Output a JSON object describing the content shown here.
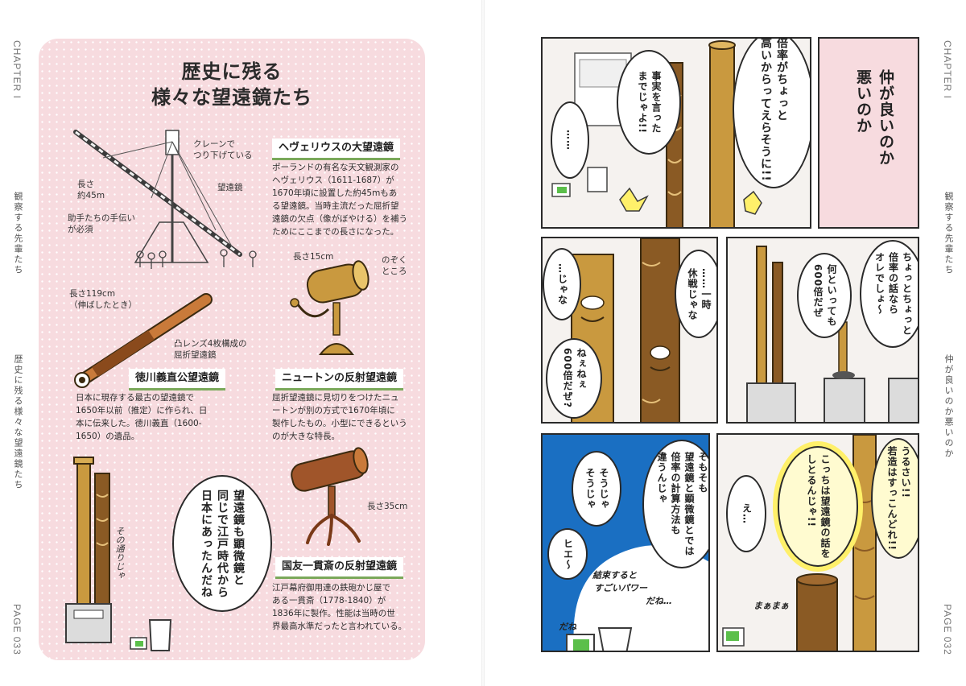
{
  "left_page": {
    "chapter": "CHAPTER I",
    "running_head_1": "観察する先輩たち",
    "running_head_2": "歴史に残る様々な望遠鏡たち",
    "page_number": "PAGE 033",
    "title_line1": "歴史に残る",
    "title_line2": "様々な望遠鏡たち",
    "hevelius": {
      "cap_crane_1": "クレーンで",
      "cap_crane_2": "つり下げている",
      "cap_length_1": "長さ",
      "cap_length_2": "約45m",
      "cap_scope": "望遠鏡",
      "cap_help_1": "助手たちの手伝い",
      "cap_help_2": "が必須",
      "title": "ヘヴェリウスの大望遠鏡",
      "text_1": "ポーランドの有名な天文観測家の",
      "text_2": "ヘヴェリウス（1611-1687）が",
      "text_3": "1670年頃に設置した約45mもあ",
      "text_4": "る望遠鏡。当時主流だった屈折望",
      "text_5": "遠鏡の欠点（像がぼやける）を補う",
      "text_6": "ためにここまでの長さになった。"
    },
    "tokugawa": {
      "cap_length_1": "長さ119cm",
      "cap_length_2": "（伸ばしたとき）",
      "cap_lens_1": "凸レンズ4枚構成の",
      "cap_lens_2": "屈折望遠鏡",
      "title": "徳川義直公望遠鏡",
      "text_1": "日本に現存する最古の望遠鏡で",
      "text_2": "1650年以前（推定）に作られ、日",
      "text_3": "本に伝来した。徳川義直（1600-",
      "text_4": "1650）の遺品。"
    },
    "newton": {
      "cap_length": "長さ15cm",
      "cap_peek_1": "のぞく",
      "cap_peek_2": "ところ",
      "title": "ニュートンの反射望遠鏡",
      "text_1": "屈折望遠鏡に見切りをつけたニュ",
      "text_2": "ートンが別の方式で1670年頃に",
      "text_3": "製作したもの。小型にできるという",
      "text_4": "のが大きな特長。"
    },
    "kunitomo": {
      "cap_length": "長さ35cm",
      "title": "国友一貫斎の反射望遠鏡",
      "text_1": "江戸幕府御用達の鉄砲かじ屋で",
      "text_2": "ある一貫斎（1778-1840）が",
      "text_3": "1836年に製作。性能は当時の世",
      "text_4": "界最高水準だったと言われている。"
    },
    "bubble_mirror": "望遠鏡も顕微鏡と\n同じで江戸時代から\n日本にあったんだね",
    "hand_note": "その通りじゃ"
  },
  "right_page": {
    "chapter": "CHAPTER I",
    "running_head_1": "観察する先輩たち",
    "running_head_2": "仲が良いのか悪いのか",
    "page_number": "PAGE 032",
    "title_box": "仲が良いのか\n悪いのか",
    "p1_b1": "倍率がちょっと\n高いからってえらそうに!!",
    "p1_b2": "事実を言った\nまでじゃよ!!",
    "p1_b3": "……",
    "p2_b1": "…じゃな",
    "p2_b2": "……一時\n休戦じゃな",
    "p2_b3": "ねぇねぇ\n600倍だぜ?",
    "p3_b1": "ちょっとちょっと\n倍率の話なら\nオレでしょ〜",
    "p3_b2": "何といっても\n600倍だぜ",
    "p4_b1": "そもそも\n望遠鏡と顕微鏡とでは\n倍率の計算方法も\n違うんじゃ",
    "p4_b2": "そうじゃ\nそうじゃ",
    "p4_b3": "ヒエ〜",
    "p4_hand1": "結束すると",
    "p4_hand2": "すごいパワー",
    "p4_hand3": "だね…",
    "p4_hand4": "だね",
    "p5_b1": "うるさい!!\n若造はすっこんどれ!!",
    "p5_b2": "こっちは望遠鏡の話を\nしとるんじゃ!!",
    "p5_b3": "え…",
    "p5_hand": "まぁまぁ"
  },
  "colors": {
    "pink_bg": "#f7dbdf",
    "accent_green": "#7aa85a",
    "wood": "#c9993f",
    "dark_wood": "#8a5a24",
    "yellow_burst": "#fff06a",
    "sky_blue": "#1a6fc2"
  }
}
